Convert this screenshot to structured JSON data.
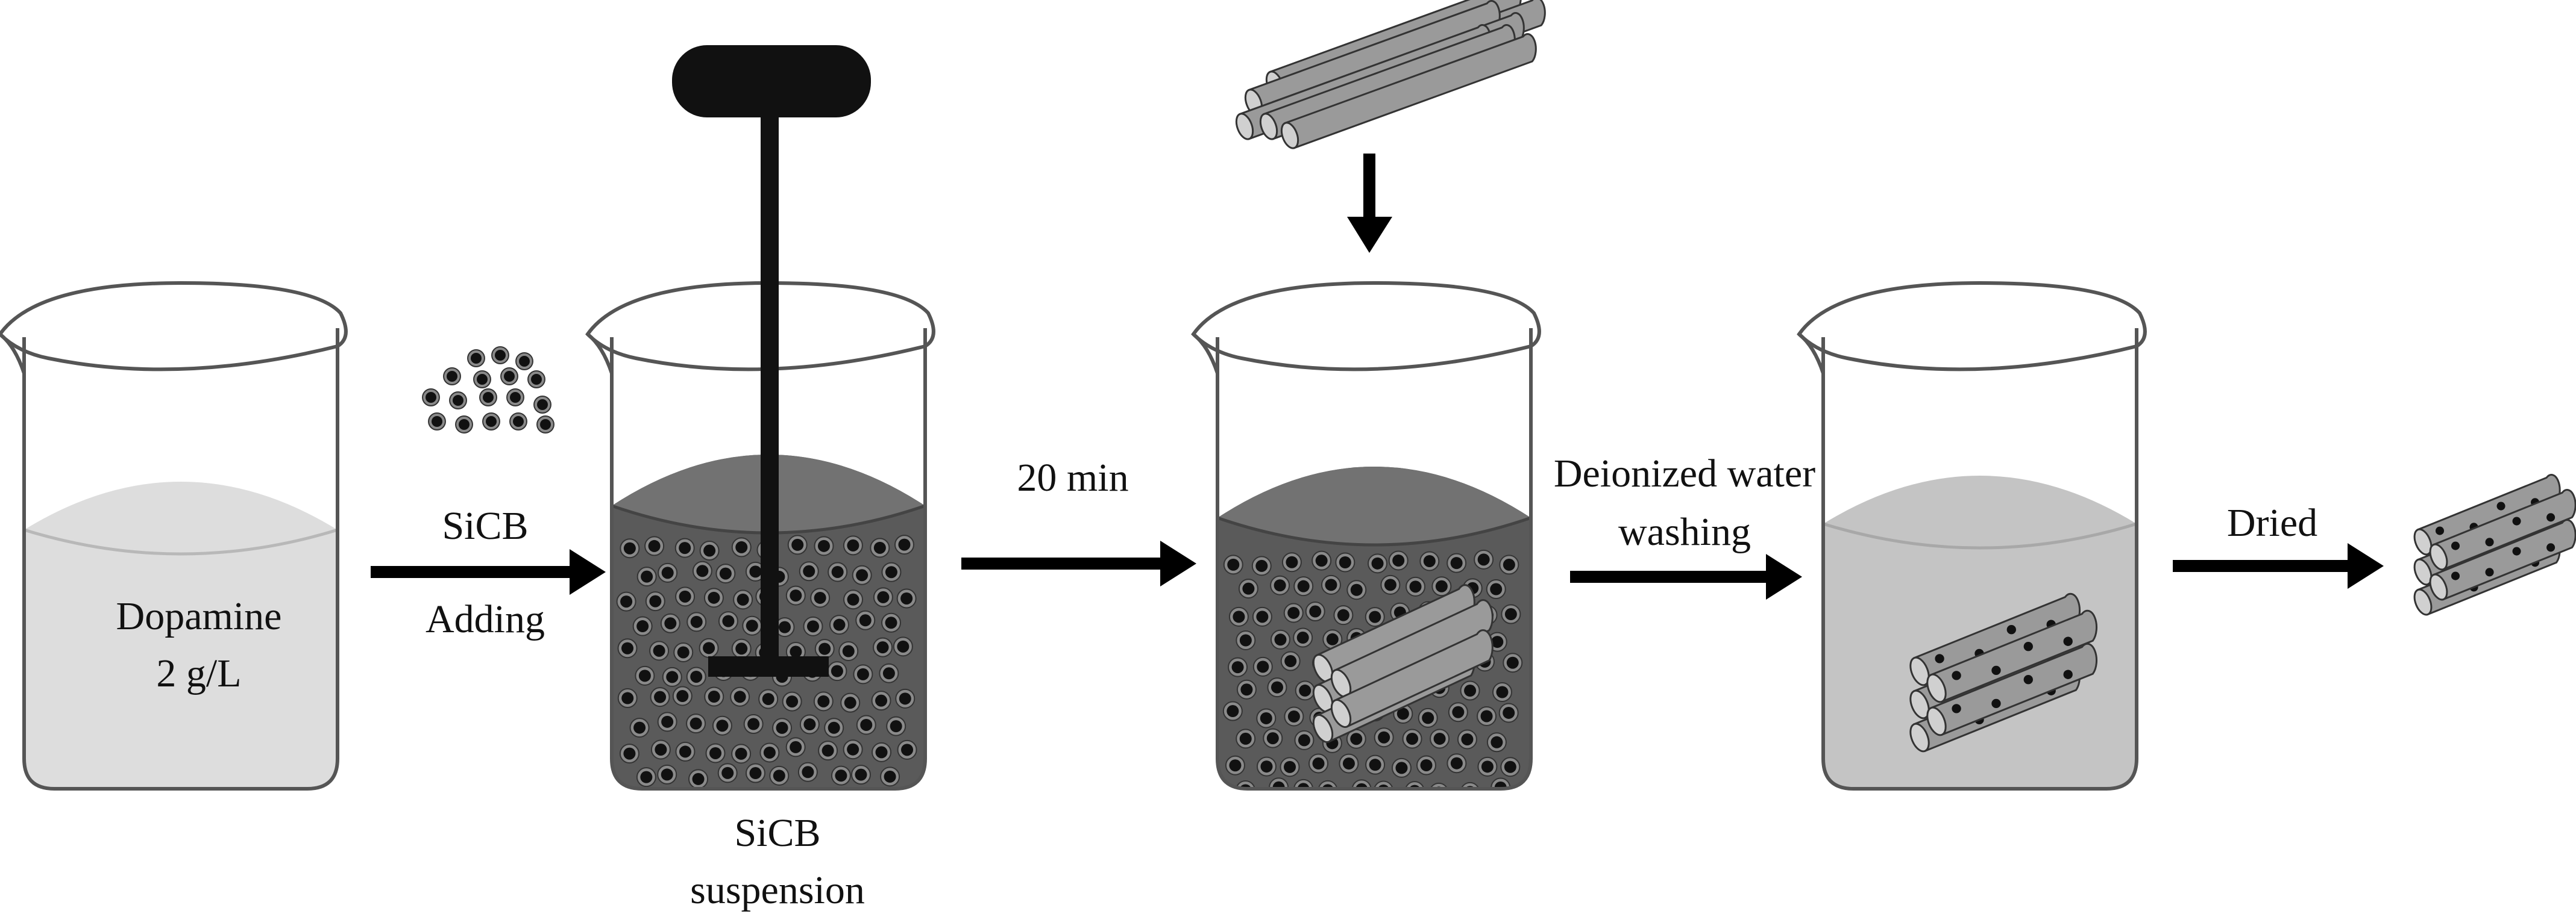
{
  "labels": {
    "dopamine": "Dopamine",
    "concentration": "2 g/L",
    "sicb": "SiCB",
    "adding": "Adding",
    "time": "20 min",
    "washing_1": "Deionized water",
    "washing_2": "washing",
    "dried": "Dried",
    "suspension_1": "SiCB",
    "suspension_2": "suspension"
  },
  "colors": {
    "outline": "#555555",
    "liquid_light": "#dddddd",
    "liquid_dark": "#5a5a5a",
    "liquid_dark_top": "#727272",
    "liquid_wash": "#c4c4c4",
    "fiber": "#9a9a9a",
    "fiber_end": "#d0d0d0",
    "particle": "#111111",
    "particle_ring": "#8a8a8a",
    "arrow": "#000000",
    "stirrer": "#111111"
  }
}
